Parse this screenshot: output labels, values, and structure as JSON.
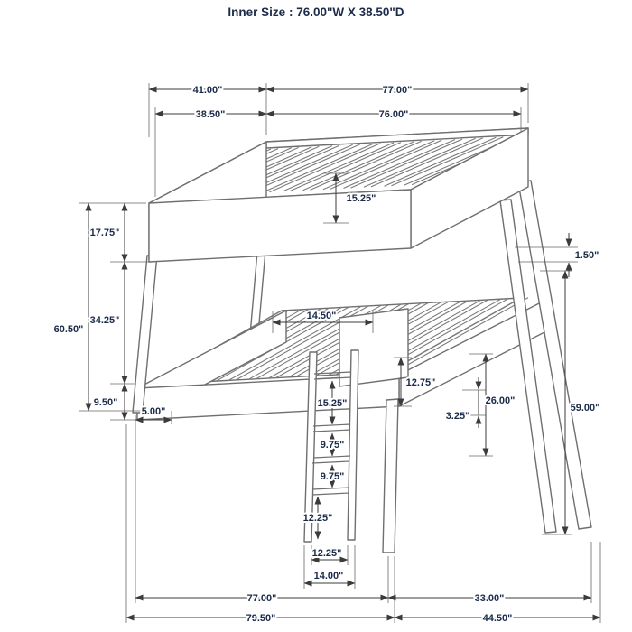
{
  "header": {
    "title": "Inner Size : 76.00\"W X  38.50\"D"
  },
  "colors": {
    "bed_line": "#6f6f6f",
    "dimension_line": "#3b3b3b",
    "label_text": "#1c2b4a",
    "background": "#ffffff"
  },
  "dims": {
    "top_depth_outer": "41.00\"",
    "top_length_outer": "77.00\"",
    "top_depth_inner": "38.50\"",
    "top_length_inner": "76.00\"",
    "upper_slat_span": "15.25\"",
    "upper_rail_height": "17.75\"",
    "slat_lip": "1.50\"",
    "bunk_gap_height": "34.25\"",
    "left_overall_height": "60.50\"",
    "ladder_hook_width": "14.50\"",
    "ladder_bracket_height": "12.75\"",
    "under_bed_clearance": "26.00\"",
    "right_overall_height": "59.00\"",
    "lower_rail_height": "9.50\"",
    "leg_inset": "5.00\"",
    "lower_slat_lip": "3.25\"",
    "ladder_top_spacing": "15.25\"",
    "rung_spacing_upper": "9.75\"",
    "rung_spacing_lower": "9.75\"",
    "rung_floor_clearance": "12.25\"",
    "rung_length": "12.25\"",
    "ladder_overall_width": "14.00\"",
    "floor_length": "77.00\"",
    "floor_depth": "33.00\"",
    "floor_length_overall": "79.50\"",
    "floor_depth_overall": "44.50\""
  }
}
